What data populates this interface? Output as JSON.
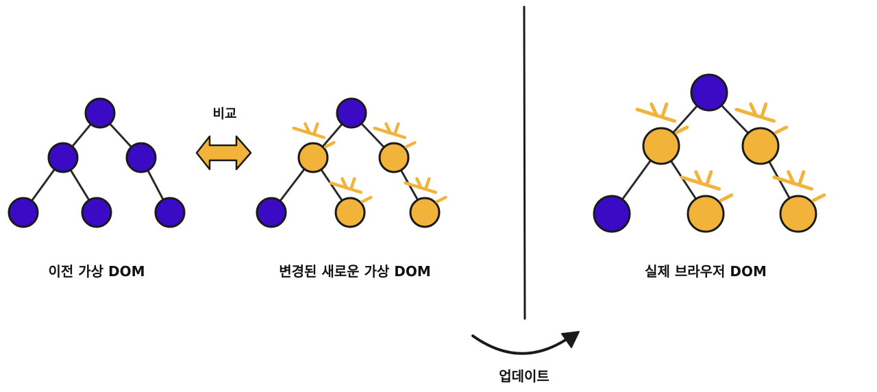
{
  "labels": {
    "previous_vdom": "이전 가상 DOM",
    "compare": "비교",
    "new_vdom": "변경된 새로운 가상 DOM",
    "real_dom": "실제 브라우저 DOM",
    "update": "업데이트"
  },
  "colors": {
    "unchanged_node": "#3a0ac4",
    "changed_node": "#f2b33a",
    "outline": "#1a1a1a",
    "edge": "#2a2a2a",
    "sparkle": "#f2b33a",
    "arrow_fill": "#f2b33a"
  },
  "trees": {
    "previous": {
      "changed": [
        false,
        false,
        false,
        false,
        false,
        false
      ]
    },
    "new": {
      "changed": [
        false,
        true,
        true,
        false,
        true,
        true
      ]
    },
    "real": {
      "changed": [
        false,
        true,
        true,
        false,
        true,
        true
      ]
    }
  }
}
